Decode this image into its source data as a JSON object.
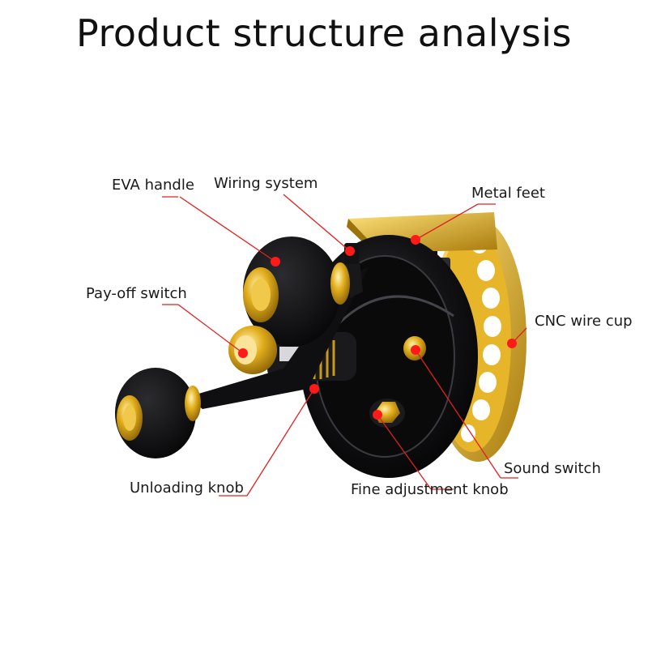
{
  "title": "Product structure analysis",
  "labels": {
    "eva_handle": "EVA handle",
    "wiring_system": "Wiring system",
    "metal_feet": "Metal feet",
    "payoff_switch": "Pay-off switch",
    "cnc_wire_cup": "CNC wire cup",
    "sound_switch": "Sound switch",
    "unloading_knob": "Unloading knob",
    "fine_adjustment_knob": "Fine adjustment knob"
  },
  "colors": {
    "reel_black": "#0d0d0f",
    "reel_gold": "#d9a417",
    "leader_line": "#e0201e",
    "marker": "#ff1a1a"
  }
}
